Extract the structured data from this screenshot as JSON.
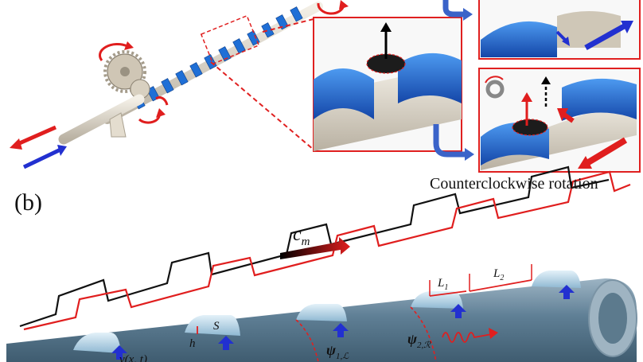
{
  "panel_b_label": "(b)",
  "caption_rotation": "Counterclockwise rotation",
  "labels": {
    "cm": "c",
    "cm_sub": "m",
    "S": "S",
    "h": "h",
    "L1": "L",
    "L1_sub": "1",
    "L2": "L",
    "L2_sub": "2",
    "psi_L": "ψ",
    "psi_L_sub": "1,ℒ",
    "psi_R": "ψ",
    "psi_R_sub": "2,ℛ",
    "v": "v(x, t)"
  },
  "colors": {
    "helix_blue": "#1f6fd6",
    "shaft": "#d9d1c3",
    "red_arrow": "#e01e1e",
    "blue_arrow": "#2230d0",
    "dashed_red": "#e02020",
    "tube": "#6f8fa3",
    "hump": "#bcd9ea"
  },
  "icons": [
    "rotation-arrow-icon",
    "gear-icon",
    "up-arrow-icon",
    "double-arrow-icon",
    "curved-arrow-icon"
  ]
}
